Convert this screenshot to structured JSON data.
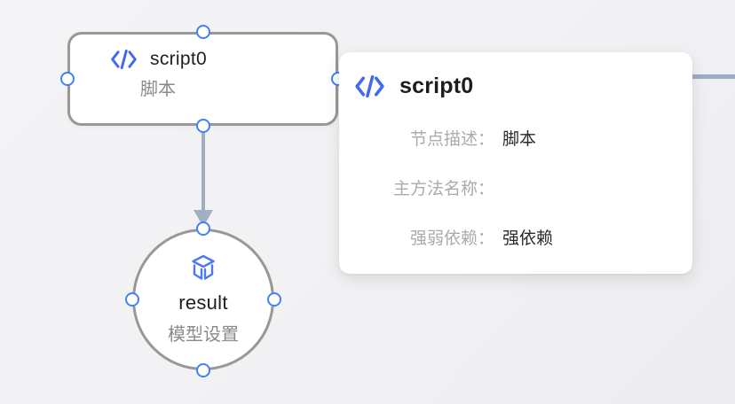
{
  "canvas": {
    "background_color": "#f2f2f4",
    "node_border_color": "#989898",
    "port_color": "#3f82f6",
    "accent_blue": "#4169f0",
    "edge_color": "#9dadc4"
  },
  "nodes": {
    "script0": {
      "title": "script0",
      "subtitle": "脚本",
      "icon": "code-icon"
    },
    "result": {
      "title": "result",
      "subtitle": "模型设置",
      "icon": "cube-icon"
    }
  },
  "tooltip": {
    "title": "script0",
    "icon": "code-icon",
    "rows": [
      {
        "label": "节点描述：",
        "value": "脚本"
      },
      {
        "label": "主方法名称：",
        "value": ""
      },
      {
        "label": "强弱依赖：",
        "value": "强依赖"
      }
    ]
  }
}
